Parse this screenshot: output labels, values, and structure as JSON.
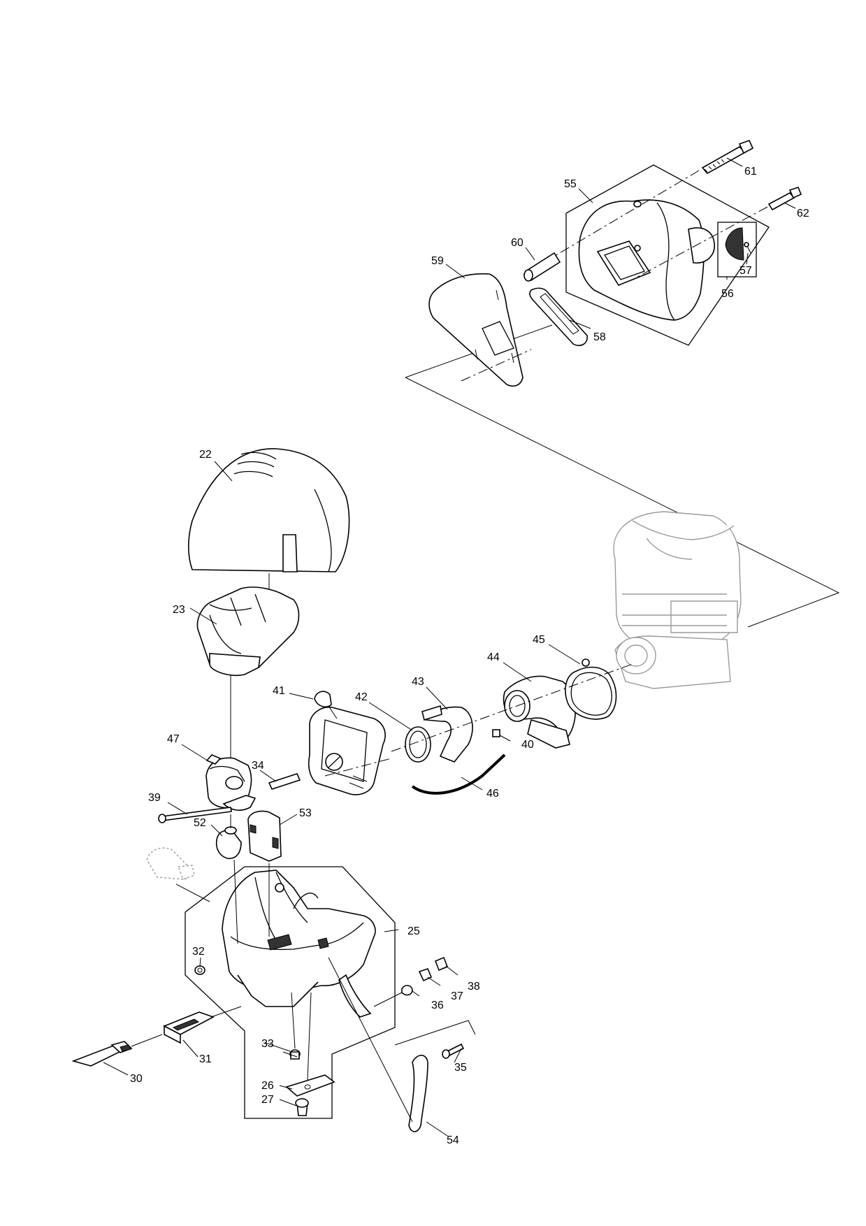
{
  "diagram": {
    "callouts": [
      {
        "id": "p22",
        "label": "22"
      },
      {
        "id": "p23",
        "label": "23"
      },
      {
        "id": "p25",
        "label": "25"
      },
      {
        "id": "p26",
        "label": "26"
      },
      {
        "id": "p27",
        "label": "27"
      },
      {
        "id": "p30",
        "label": "30"
      },
      {
        "id": "p31",
        "label": "31"
      },
      {
        "id": "p32",
        "label": "32"
      },
      {
        "id": "p33",
        "label": "33"
      },
      {
        "id": "p34",
        "label": "34"
      },
      {
        "id": "p35",
        "label": "35"
      },
      {
        "id": "p36",
        "label": "36"
      },
      {
        "id": "p37",
        "label": "37"
      },
      {
        "id": "p38",
        "label": "38"
      },
      {
        "id": "p39",
        "label": "39"
      },
      {
        "id": "p40",
        "label": "40"
      },
      {
        "id": "p41",
        "label": "41"
      },
      {
        "id": "p42",
        "label": "42"
      },
      {
        "id": "p43",
        "label": "43"
      },
      {
        "id": "p44",
        "label": "44"
      },
      {
        "id": "p45",
        "label": "45"
      },
      {
        "id": "p46",
        "label": "46"
      },
      {
        "id": "p47",
        "label": "47"
      },
      {
        "id": "p52",
        "label": "52"
      },
      {
        "id": "p53",
        "label": "53"
      },
      {
        "id": "p54",
        "label": "54"
      },
      {
        "id": "p55",
        "label": "55"
      },
      {
        "id": "p56",
        "label": "56"
      },
      {
        "id": "p57",
        "label": "57"
      },
      {
        "id": "p58",
        "label": "58"
      },
      {
        "id": "p59",
        "label": "59"
      },
      {
        "id": "p60",
        "label": "60"
      },
      {
        "id": "p61",
        "label": "61"
      },
      {
        "id": "p62",
        "label": "62"
      }
    ]
  }
}
